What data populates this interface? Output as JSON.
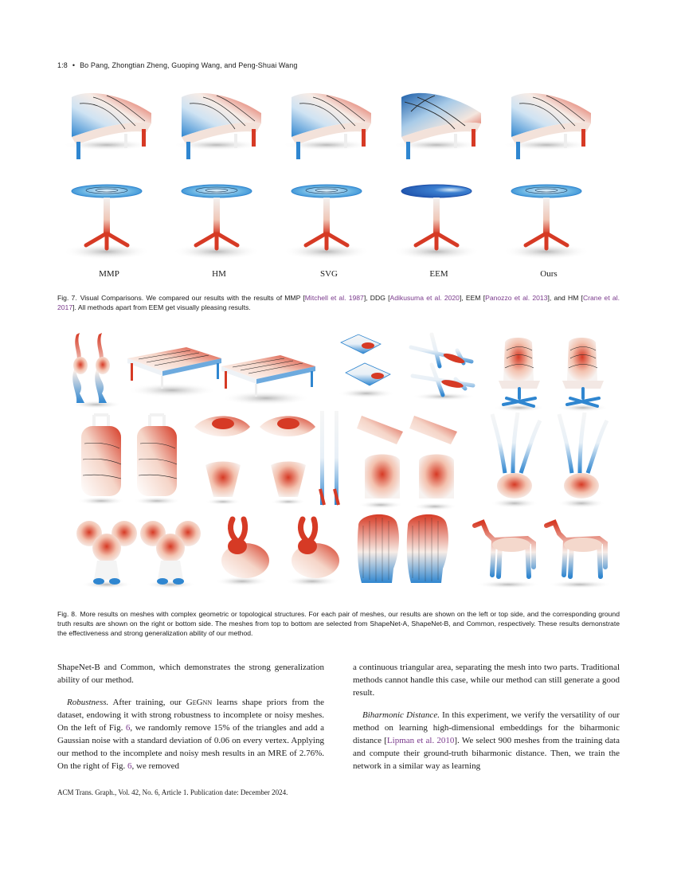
{
  "running_head": {
    "page": "1:8",
    "authors": "Bo Pang, Zhongtian Zheng, Guoping Wang, and Peng-Shuai Wang"
  },
  "fig7": {
    "methods": [
      "MMP",
      "HM",
      "SVG",
      "EEM",
      "Ours"
    ],
    "caption": {
      "label": "Fig. 7.",
      "t1": "Visual Comparisons. We compared our results with the results of MMP [",
      "c1": "Mitchell et al. 1987",
      "t2": "], DDG [",
      "c2": "Adikusuma et al. 2020",
      "t3": "], EEM [",
      "c3": "Panozzo et al. 2013",
      "t4": "], and HM [",
      "c4": "Crane et al. 2017",
      "t5": "]. All methods apart from EEM get visually pleasing results."
    }
  },
  "fig8": {
    "caption": {
      "label": "Fig. 8.",
      "text": "More results on meshes with complex geometric or topological structures. For each pair of meshes, our results are shown on the left or top side, and the corresponding ground truth results are shown on the right or bottom side. The meshes from top to bottom are selected from ShapeNet-A, ShapeNet-B, and Common, respectively. These results demonstrate the effectiveness and strong generalization ability of our method."
    }
  },
  "left_column": {
    "p1": "ShapeNet-B and Common, which demonstrates the strong generalization ability of our method.",
    "p2_heading": "Robustness.",
    "p2_a": " After training, our ",
    "p2_sc": "GeGnn",
    "p2_b": " learns shape priors from the dataset, endowing it with strong robustness to incomplete or noisy meshes. On the left of Fig. ",
    "p2_ref1": "6",
    "p2_c": ", we randomly remove 15% of the triangles and add a Gaussian noise with a standard deviation of 0.06 on every vertex. Applying our method to the incomplete and noisy mesh results in an MRE of 2.76%. On the right of Fig. ",
    "p2_ref2": "6",
    "p2_d": ", we removed"
  },
  "right_column": {
    "p1": "a continuous triangular area, separating the mesh into two parts. Traditional methods cannot handle this case, while our method can still generate a good result.",
    "p2_heading": "Biharmonic Distance.",
    "p2_a": " In this experiment, we verify the versatility of our method on learning high-dimensional embeddings for the biharmonic distance [",
    "p2_cite": "Lipman et al. 2010",
    "p2_b": "]. We select 900 meshes from the training data and compute their ground-truth biharmonic distance. Then, we train the network in a similar way as learning"
  },
  "footer": "ACM Trans. Graph., Vol. 42, No. 6, Article 1. Publication date: December 2024.",
  "colors": {
    "cold": "#2f86d0",
    "hot": "#d63a25",
    "citation": "#7a3a8c"
  }
}
